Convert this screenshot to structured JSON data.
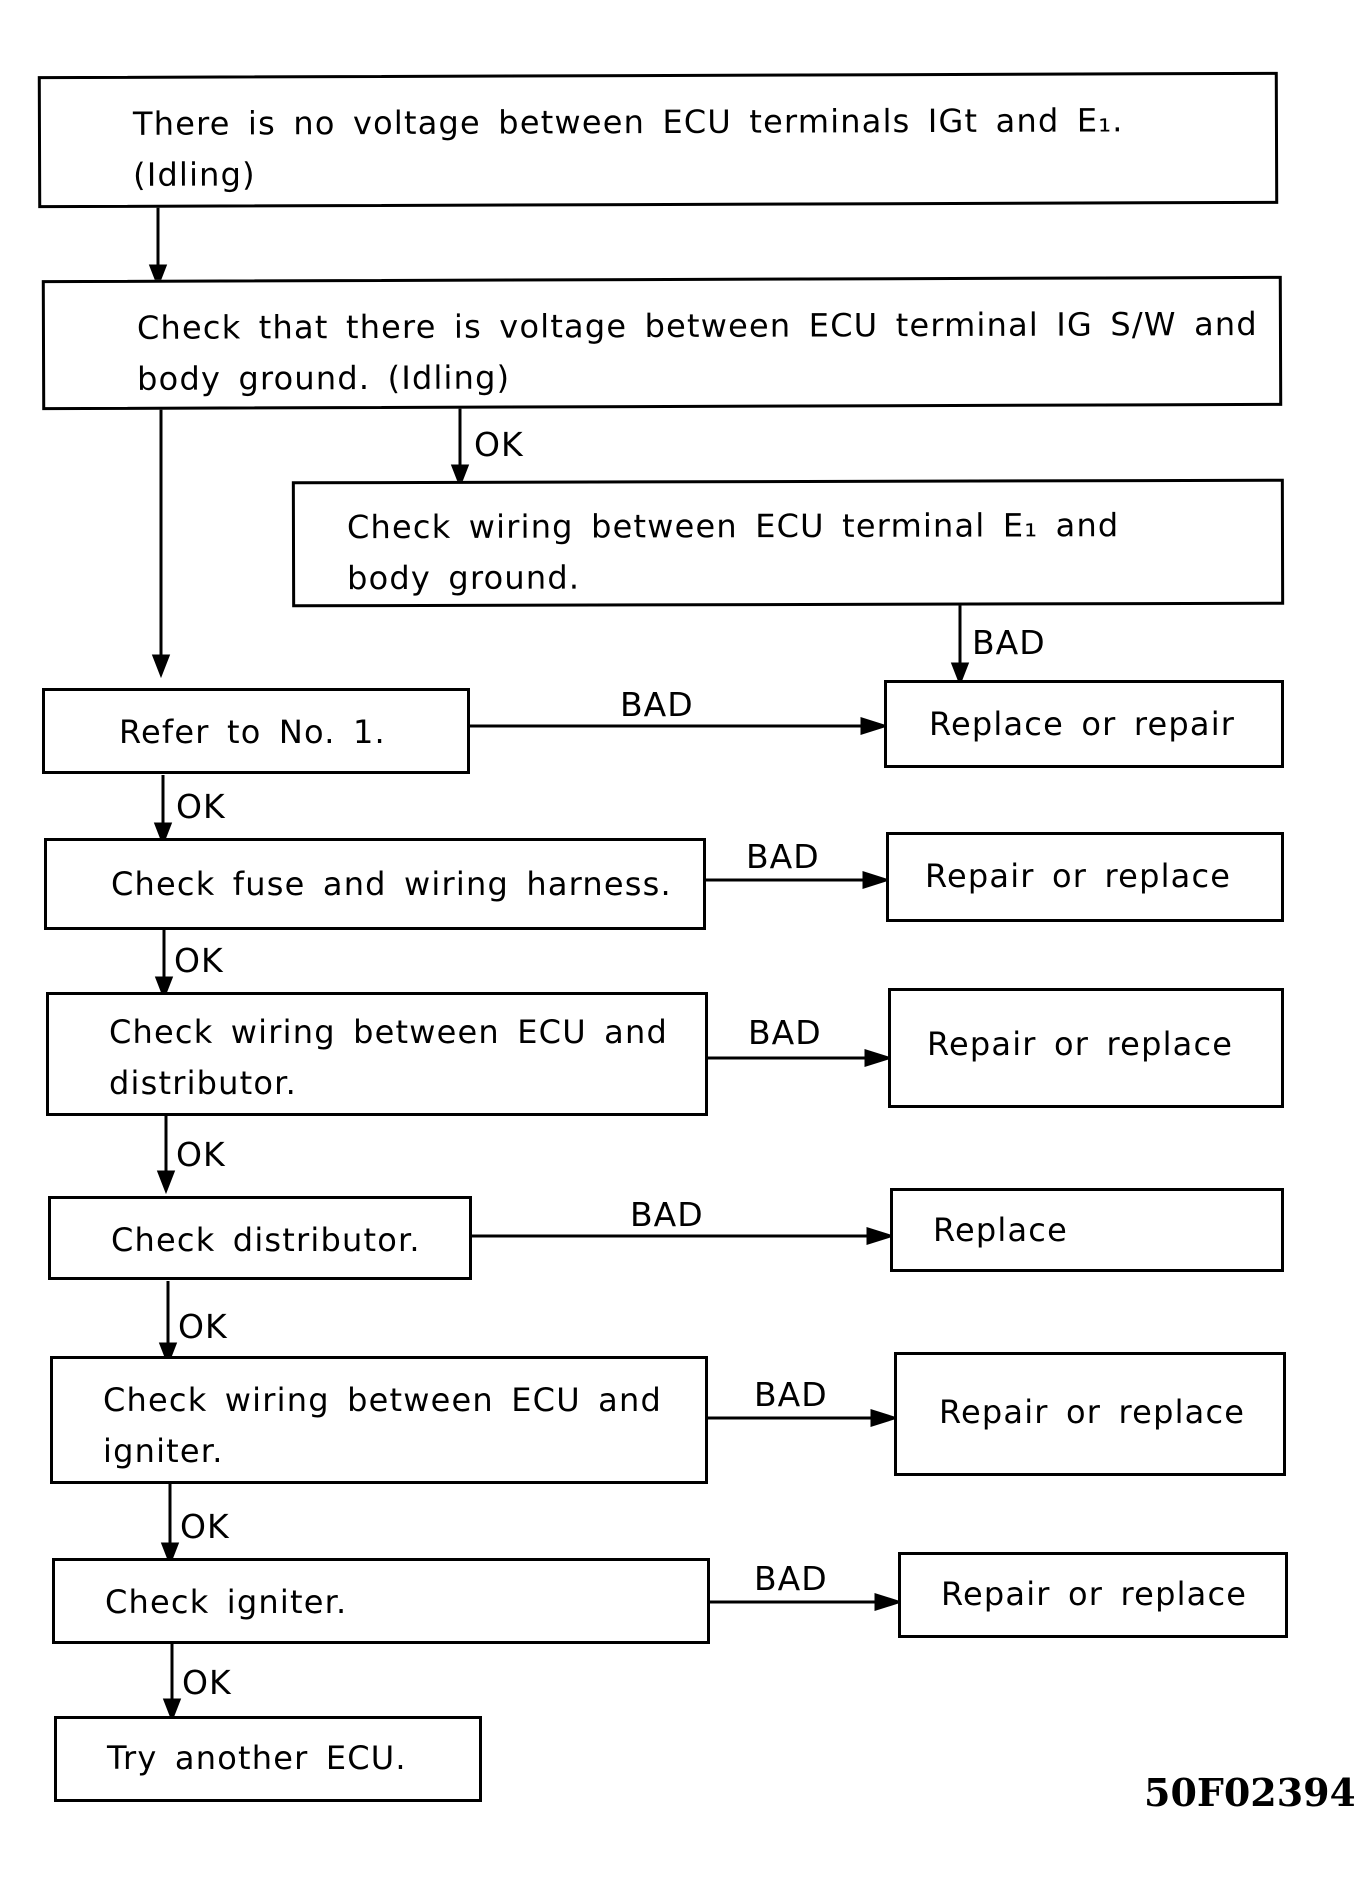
{
  "boxes": {
    "no_voltage": {
      "line1": "There is no voltage between ECU terminals IGt and E₁.",
      "line2": "(Idling)"
    },
    "check_ig_sw": {
      "line1": "Check that there is voltage between ECU terminal IG S/W and",
      "line2": "body ground. (Idling)"
    },
    "check_e1": {
      "line1": "Check wiring between ECU terminal E₁ and",
      "line2": "body ground."
    },
    "refer_no1": {
      "line1": "Refer to No. 1."
    },
    "replace_or_repair": {
      "line1": "Replace or repair"
    },
    "check_fuse": {
      "line1": "Check fuse and wiring harness."
    },
    "repair_fuse": {
      "line1": "Repair or replace"
    },
    "check_ecu_dist": {
      "line1": "Check wiring between ECU and",
      "line2": "distributor."
    },
    "repair_ecu_dist": {
      "line1": "Repair or replace"
    },
    "check_dist": {
      "line1": "Check distributor."
    },
    "replace_dist": {
      "line1": "Replace"
    },
    "check_ecu_igniter": {
      "line1": "Check wiring between ECU and",
      "line2": "igniter."
    },
    "repair_ecu_igniter": {
      "line1": "Repair or replace"
    },
    "check_igniter": {
      "line1": "Check igniter."
    },
    "repair_igniter": {
      "line1": "Repair or replace"
    },
    "try_ecu": {
      "line1": "Try another ECU."
    }
  },
  "labels": {
    "ok": "OK",
    "bad": "BAD"
  },
  "figure_code": "50F02394"
}
